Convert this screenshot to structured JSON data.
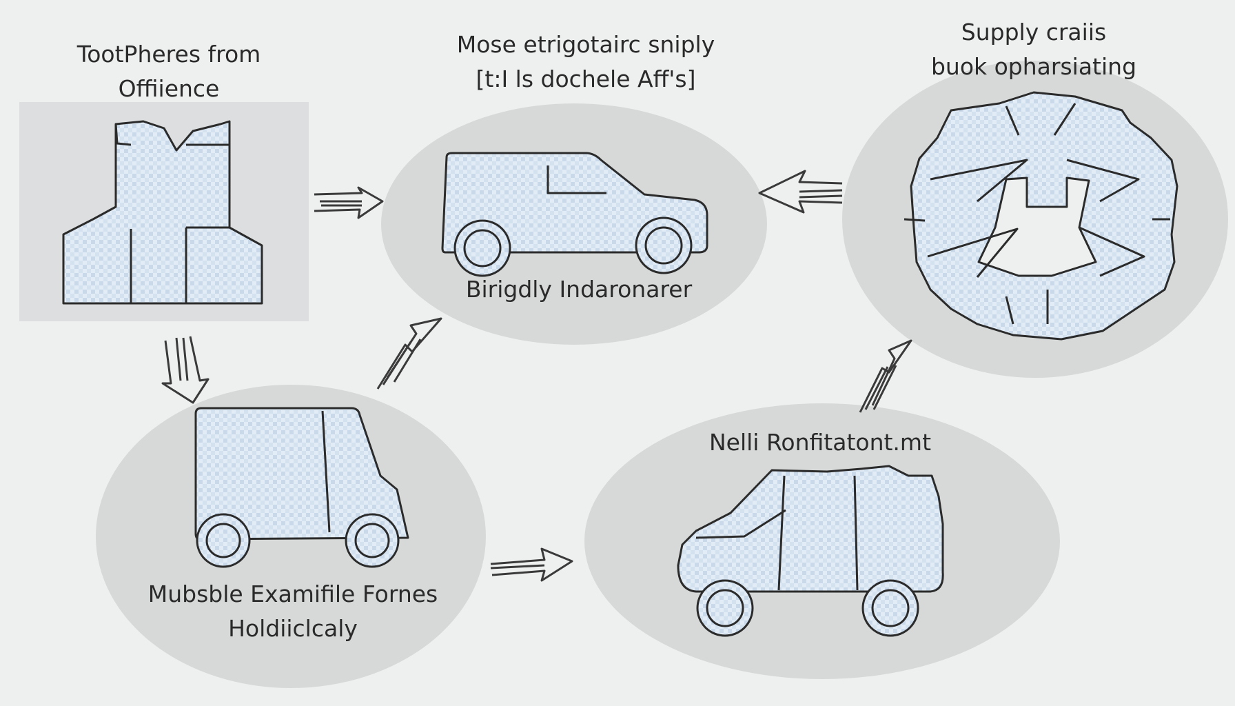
{
  "diagram": {
    "nodes": {
      "office": {
        "lines": [
          "TootPheres from",
          "Offiience"
        ]
      },
      "suv": {
        "lines": [
          "Mose etrigotairc sniply",
          "[t:I ls dochele Aff's]"
        ],
        "caption": "Birigdly Indaronarer"
      },
      "star": {
        "lines": [
          "Supply craiis",
          "buok opharsiating"
        ]
      },
      "van": {
        "caption_lines": [
          "Mubsble Examifile Fornes",
          "Holdiiclcaly"
        ]
      },
      "hatchback": {
        "title": "Nelli Ronfitatont.mt"
      }
    },
    "colors": {
      "background": "#eef0ef",
      "ellipse": "#d7d9d9",
      "box": "#dcdedf",
      "fill": "#dde9f4",
      "stroke": "#2b2b2b"
    }
  }
}
